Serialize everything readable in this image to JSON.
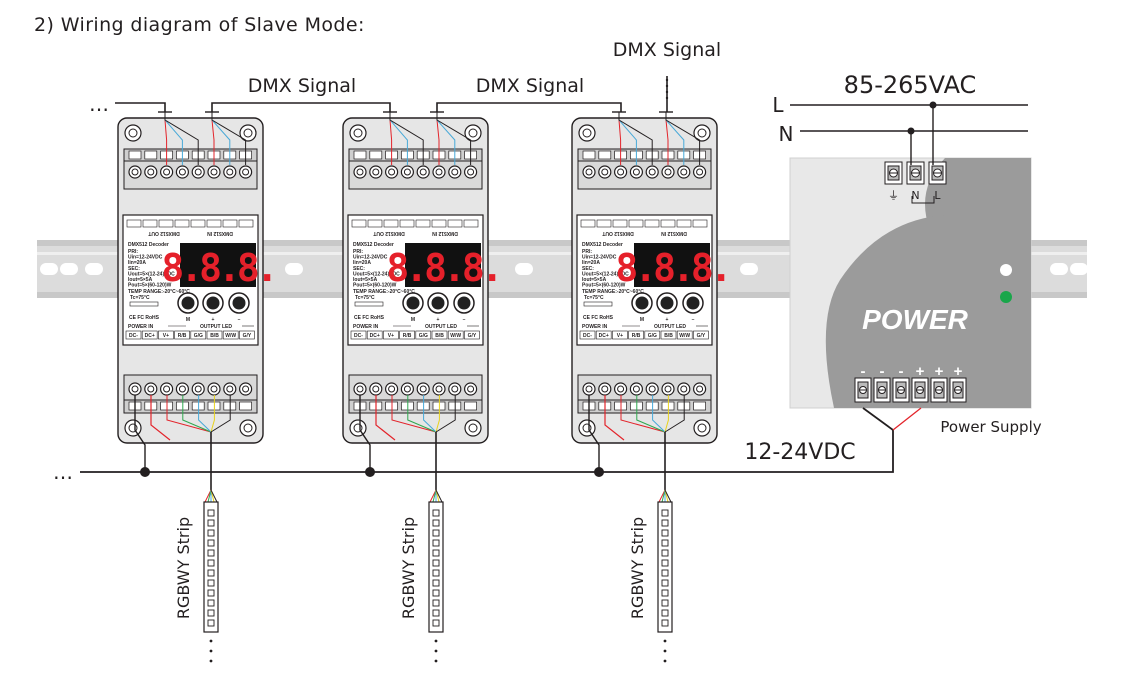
{
  "heading": "2) Wiring diagram of Slave Mode:",
  "labels": {
    "dmx_signal": "DMX Signal",
    "ac_input": "85-265VAC",
    "line_l": "L",
    "line_n": "N",
    "dc_bus": "12-24VDC",
    "power_supply": "Power Supply",
    "strip": "RGBWY Strip",
    "ellipsis": "…",
    "power": "POWER"
  },
  "psu": {
    "ac_terminal_marks": [
      "⏚",
      "N",
      "L"
    ],
    "dc_terminal_marks": [
      "-",
      "-",
      "-",
      "+",
      "+",
      "+"
    ]
  },
  "decoder": {
    "model": "DMX512 Decoder",
    "display": "8.8.8.",
    "specs": [
      "PRI:",
      "Uin=12-24VDC",
      "Iin=20A",
      "SEC:",
      "Uout=5×(12-24)VDC",
      "Iout=5×5A",
      "Pout=5×(60-120)W"
    ],
    "temp_range": "TEMP RANGE:-20°C~60°C",
    "tc_temp": "Tc=75°C",
    "certs": "CE FC RoHS",
    "buttons": [
      "M",
      "+",
      "–"
    ],
    "dmx_out_label": "DMX512 OUT",
    "dmx_in_label": "DMX512 IN",
    "power_in_label": "POWER IN",
    "output_label": "OUTPUT LED",
    "bottom_pins": [
      "DC-",
      "DC+",
      "V+",
      "R/B",
      "G/G",
      "B/B",
      "W/W",
      "G/Y"
    ]
  },
  "colors": {
    "wire": "#231f20",
    "red": "#e3242b",
    "blue": "#48a9d8",
    "green": "#2fa84f",
    "yellow": "#e8d21d",
    "rail": "#dcdcdc",
    "module_body": "#e6e6e6",
    "psu_body": "#e8e8e8",
    "psu_shade": "#9b9b9b",
    "segment_red": "#e5202a",
    "led_green": "#19a64a"
  }
}
